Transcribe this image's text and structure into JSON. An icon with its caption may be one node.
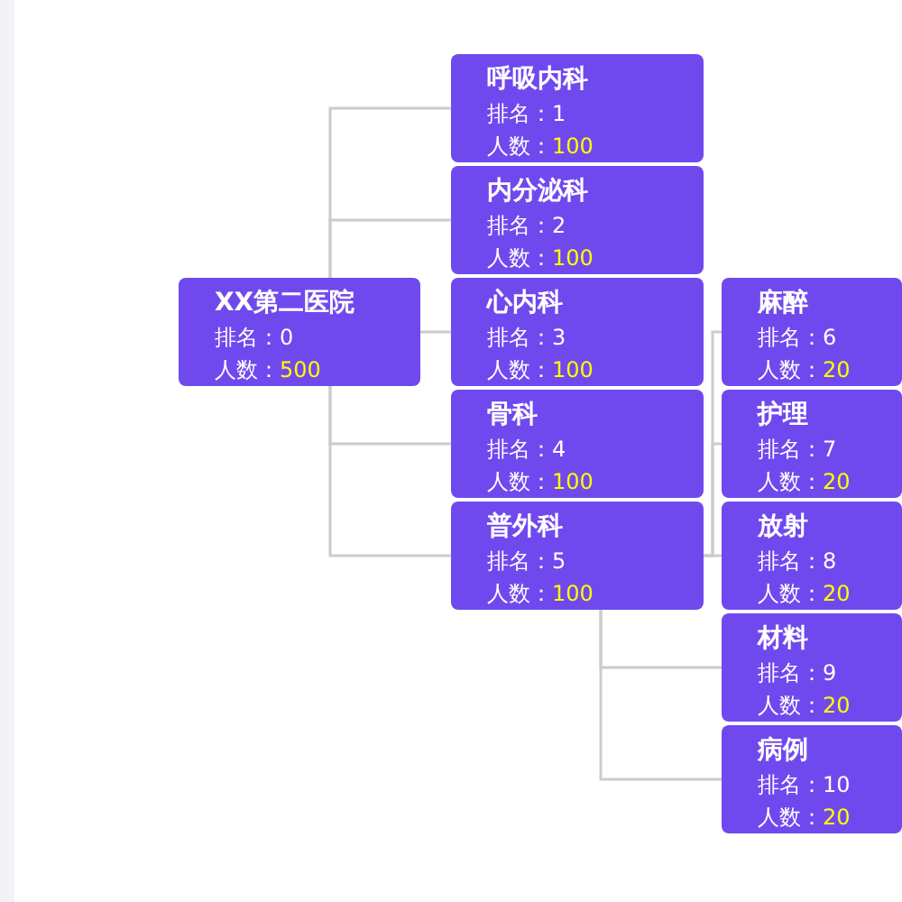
{
  "diagram": {
    "nodes": [
      {
        "text": [
          "XX第二医院",
          "排名：0",
          "人数：500"
        ]
      },
      {
        "text": [
          "呼吸内科",
          "排名：1",
          "人数：100"
        ]
      },
      {
        "text": [
          "内分泌科",
          "排名：2",
          "人数：100"
        ]
      },
      {
        "text": [
          "心内科",
          "排名：3",
          "人数：100"
        ]
      },
      {
        "text": [
          "骨科",
          "排名：4",
          "人数：100"
        ]
      },
      {
        "text": [
          "普外科",
          "排名：5",
          "人数：100"
        ]
      },
      {
        "text": [
          "麻醉",
          "排名：6",
          "人数：20"
        ]
      },
      {
        "text": [
          "护理",
          "排名：7",
          "人数：20"
        ]
      },
      {
        "text": [
          "放射",
          "排名：8",
          "人数：20"
        ]
      },
      {
        "text": [
          "材料",
          "排名：9",
          "人数：20"
        ]
      },
      {
        "text": [
          "病例",
          "排名：10",
          "人数：20"
        ]
      }
    ],
    "edges": [
      {
        "from": 0,
        "to": 1,
        "arrow": "none"
      },
      {
        "from": 0,
        "to": 2,
        "arrow": "none"
      },
      {
        "from": 0,
        "to": 3,
        "arrow": "none"
      },
      {
        "from": 0,
        "to": 4,
        "arrow": "none"
      },
      {
        "from": 0,
        "to": 5,
        "arrow": "none"
      },
      {
        "from": 5,
        "to": 6,
        "arrow": "none"
      },
      {
        "from": 5,
        "to": 7,
        "arrow": "none"
      },
      {
        "from": 5,
        "to": 8,
        "arrow": "none"
      },
      {
        "from": 5,
        "to": 9,
        "arrow": "none"
      },
      {
        "from": 5,
        "to": 10,
        "arrow": "none"
      }
    ]
  }
}
